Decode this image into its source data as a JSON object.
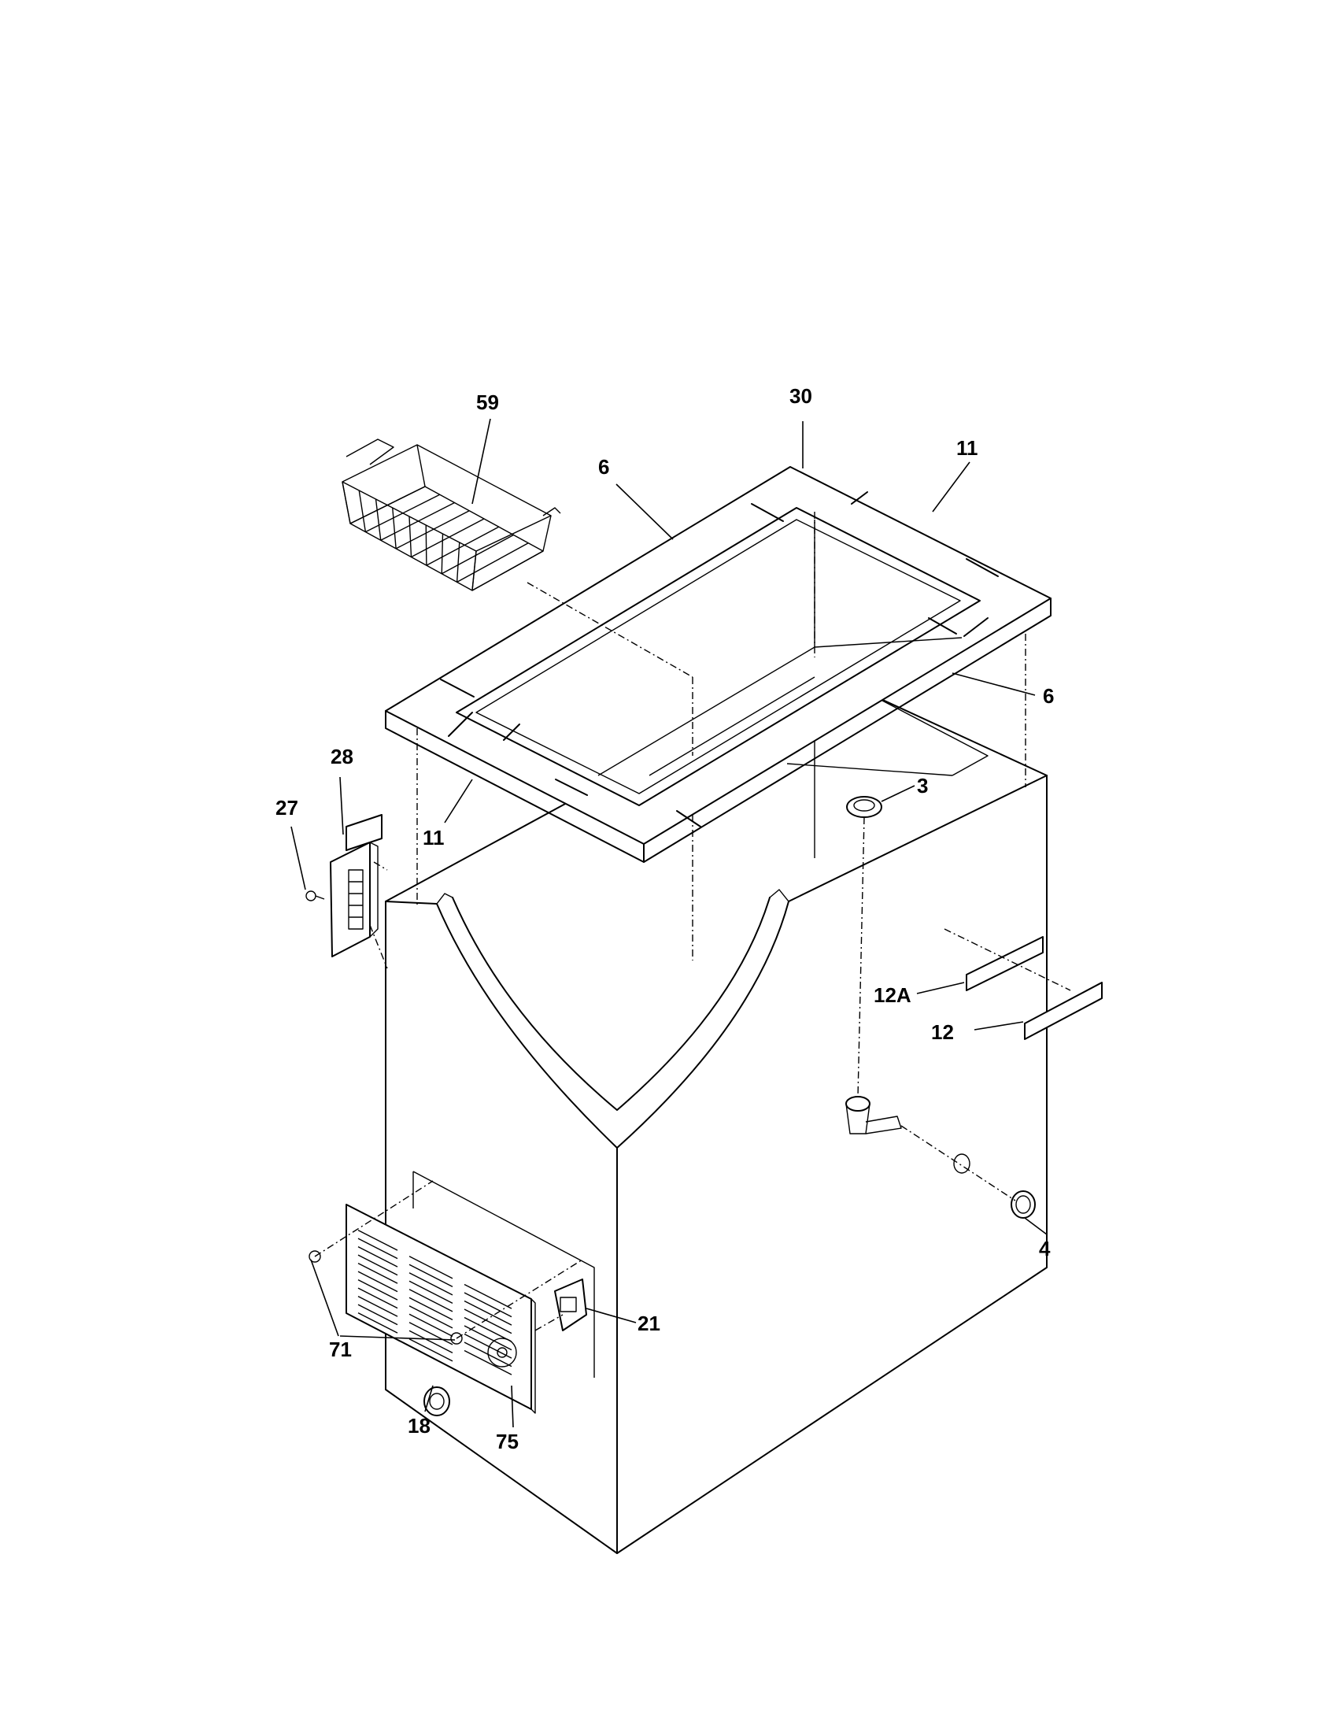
{
  "diagram": {
    "callouts": [
      {
        "id": "59",
        "label": "59"
      },
      {
        "id": "30",
        "label": "30"
      },
      {
        "id": "6a",
        "label": "6"
      },
      {
        "id": "11a",
        "label": "11"
      },
      {
        "id": "6b",
        "label": "6"
      },
      {
        "id": "28",
        "label": "28"
      },
      {
        "id": "27",
        "label": "27"
      },
      {
        "id": "11b",
        "label": "11"
      },
      {
        "id": "3",
        "label": "3"
      },
      {
        "id": "12A",
        "label": "12A"
      },
      {
        "id": "12",
        "label": "12"
      },
      {
        "id": "4",
        "label": "4"
      },
      {
        "id": "21",
        "label": "21"
      },
      {
        "id": "71",
        "label": "71"
      },
      {
        "id": "18",
        "label": "18"
      },
      {
        "id": "75",
        "label": "75"
      }
    ]
  }
}
